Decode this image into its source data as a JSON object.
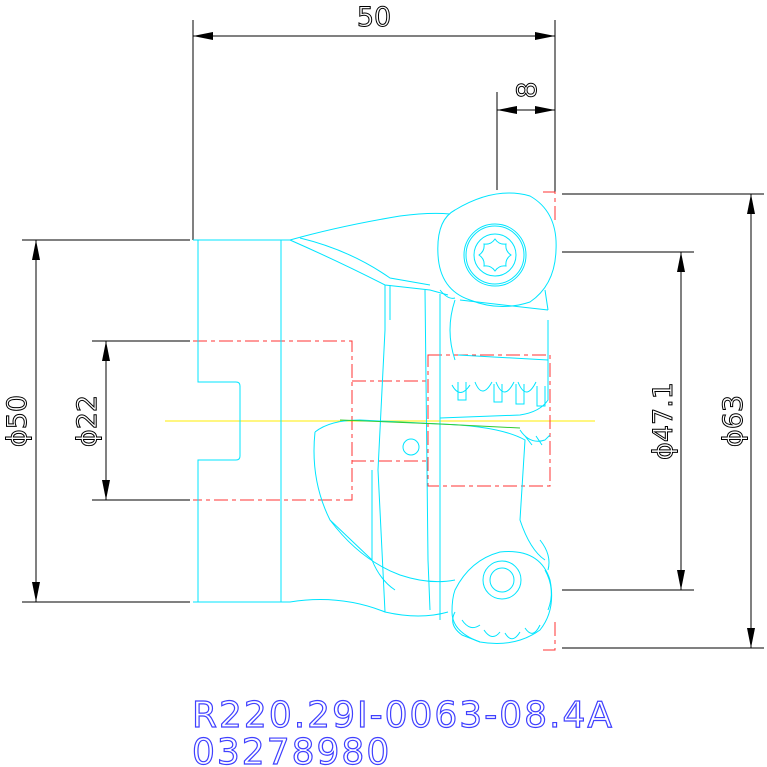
{
  "dimensions": {
    "overall_length": "50",
    "insert_offset": "8",
    "body_diameter": "ϕ50",
    "bore_diameter": "ϕ22",
    "pitch_diameter": "ϕ47.1",
    "cutting_diameter": "ϕ63"
  },
  "title_block": {
    "designation": "R220.29I-0063-08.4A",
    "code": "03278980"
  }
}
